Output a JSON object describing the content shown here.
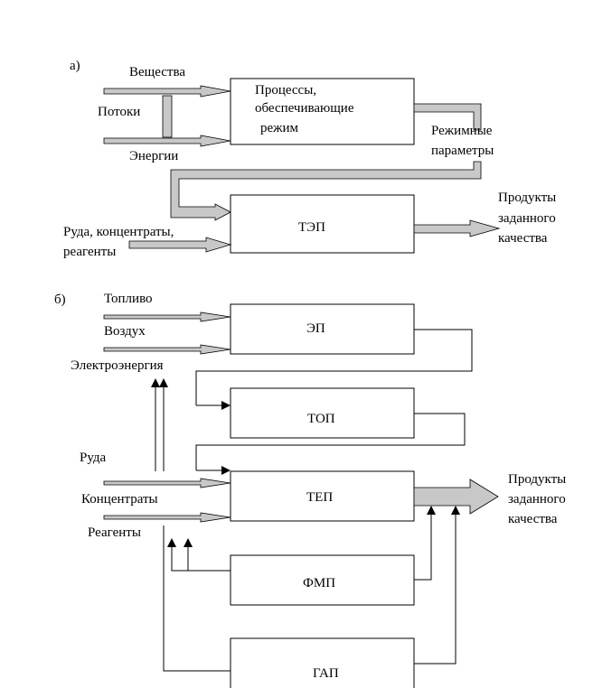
{
  "part_a": {
    "label": "а)",
    "inputs": {
      "substances": "Вещества",
      "flows": "Потоки",
      "energy": "Энергии"
    },
    "process_box": [
      "Процессы,",
      "обеспечивающие",
      "режим"
    ],
    "mode_params": [
      "Режимные",
      "параметры"
    ],
    "tep_box": "ТЭП",
    "raw": [
      "Руда, концентраты,",
      "реагенты"
    ],
    "products": [
      "Продукты",
      "заданного",
      "качества"
    ]
  },
  "part_b": {
    "label": "б)",
    "inputs": {
      "fuel": "Топливо",
      "air": "Воздух",
      "electricity": "Электроэнергия",
      "ore": "Руда",
      "concentrates": "Концентраты",
      "reagents": "Реагенты"
    },
    "boxes": {
      "ep": "ЭП",
      "top": "ТОП",
      "tep": "ТЕП",
      "fmp": "ФМП",
      "gap": "ГАП"
    },
    "products": [
      "Продукты",
      "заданного",
      "качества"
    ]
  }
}
